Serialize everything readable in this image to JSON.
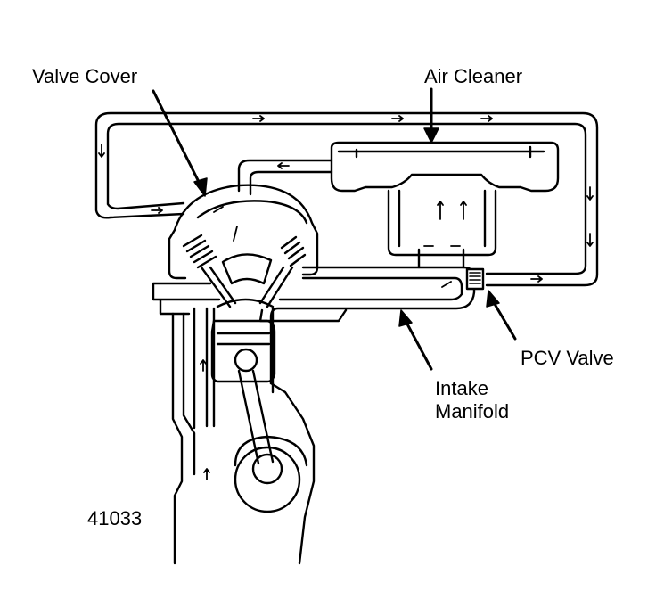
{
  "figure": {
    "labels": {
      "valve_cover": "Valve Cover",
      "air_cleaner": "Air Cleaner",
      "pcv_valve": "PCV Valve",
      "intake_manifold_line1": "Intake",
      "intake_manifold_line2": "Manifold"
    },
    "figure_number": "41033"
  },
  "colors": {
    "ink": "#000000",
    "paper": "#ffffff"
  }
}
